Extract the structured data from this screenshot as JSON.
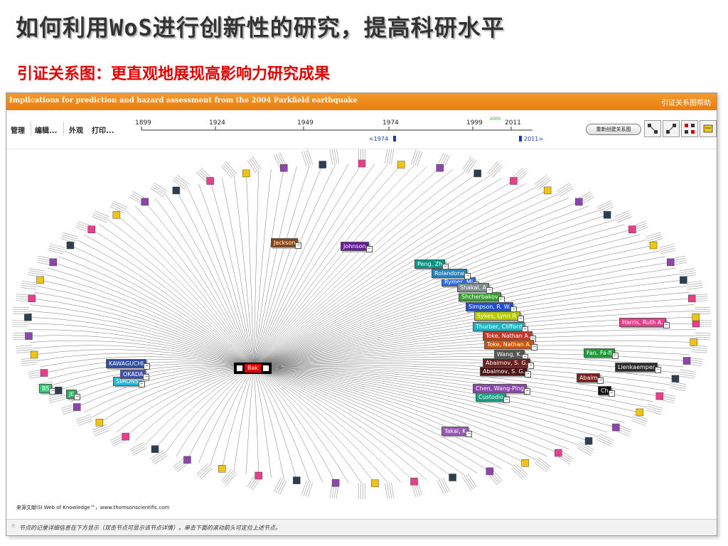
{
  "slide": {
    "title": "如何利用WoS进行创新性的研究，提高科研水平",
    "subtitle": "引证关系图：更直观地展现高影响力研究成果"
  },
  "window": {
    "paper_title": "Implications for prediction and hazard assessment from the 2004 Parkfield earthquake",
    "help_link": "引证关系图帮助",
    "accent_color": "#ef8a1a"
  },
  "toolbar": {
    "menu": [
      "管理",
      "编辑...",
      "外观",
      "打印..."
    ],
    "new_map_button": "重新创建关系图",
    "tools": [
      "nodes-forward-icon",
      "nodes-backward-icon",
      "nodes-both-icon",
      "export-icon"
    ]
  },
  "timeline": {
    "ticks": [
      "1899",
      "1924",
      "1949",
      "1974",
      "1999",
      "2011"
    ],
    "marker_top": "2005",
    "range_left": "<1974",
    "range_right": "2011>"
  },
  "center_node": {
    "label": "Bak"
  },
  "nodes": [
    {
      "label": "Harris, Ruth A.",
      "color": "#e83e8c"
    },
    {
      "label": "Fan, Fa-fi",
      "color": "#1e9e3a"
    },
    {
      "label": "Shcherbakov",
      "color": "#33a02c"
    },
    {
      "label": "Simpson, R. W.",
      "color": "#1f4fcf"
    },
    {
      "label": "Sykes, Lynn R.",
      "color": "#b7c900"
    },
    {
      "label": "Thurber, Clifford",
      "color": "#17b6c7"
    },
    {
      "label": "Toke, Nathan A.",
      "color": "#c0392b"
    },
    {
      "label": "Toke, Nathan A.",
      "color": "#d35400"
    },
    {
      "label": "Wang, K.",
      "color": "#555555"
    },
    {
      "label": "Abaimov, S. G.",
      "color": "#6d1f1f"
    },
    {
      "label": "Abaimov, S. G.",
      "color": "#4a1414"
    },
    {
      "label": "Chen, Wang-Ping",
      "color": "#8e44ad"
    },
    {
      "label": "Custodio",
      "color": "#16a085"
    },
    {
      "label": "Rymer, Mi",
      "color": "#2d6cdf"
    },
    {
      "label": "Shakal, A",
      "color": "#7f8c8d"
    },
    {
      "label": "Peng, Zh",
      "color": "#009688"
    },
    {
      "label": "Rolandone",
      "color": "#2980b9"
    },
    {
      "label": "Jackson",
      "color": "#8b4513"
    },
    {
      "label": "Johnson",
      "color": "#6a1b9a"
    },
    {
      "label": "Abaim",
      "color": "#7b1f1f"
    },
    {
      "label": "Ch",
      "color": "#111111"
    },
    {
      "label": "Lienkaemper",
      "color": "#2c2c2c"
    },
    {
      "label": "KAWAGUCHI",
      "color": "#2e4ca0"
    },
    {
      "label": "SIMONS",
      "color": "#22b8d8"
    },
    {
      "label": "OKADA",
      "color": "#3f51b5"
    },
    {
      "label": "Takai, K",
      "color": "#9b59b6"
    },
    {
      "label": "BS",
      "color": "#2ecc71"
    },
    {
      "label": "JE",
      "color": "#27ae60"
    }
  ],
  "source_note": "来源文献ISI Web of Knowledge™，www.thomsonscientific.com",
  "status_text": "节点的记录详细信息在下方显示（双击节点可显示该节点详情）。单击下面的滚动箭头可定位上述节点。"
}
